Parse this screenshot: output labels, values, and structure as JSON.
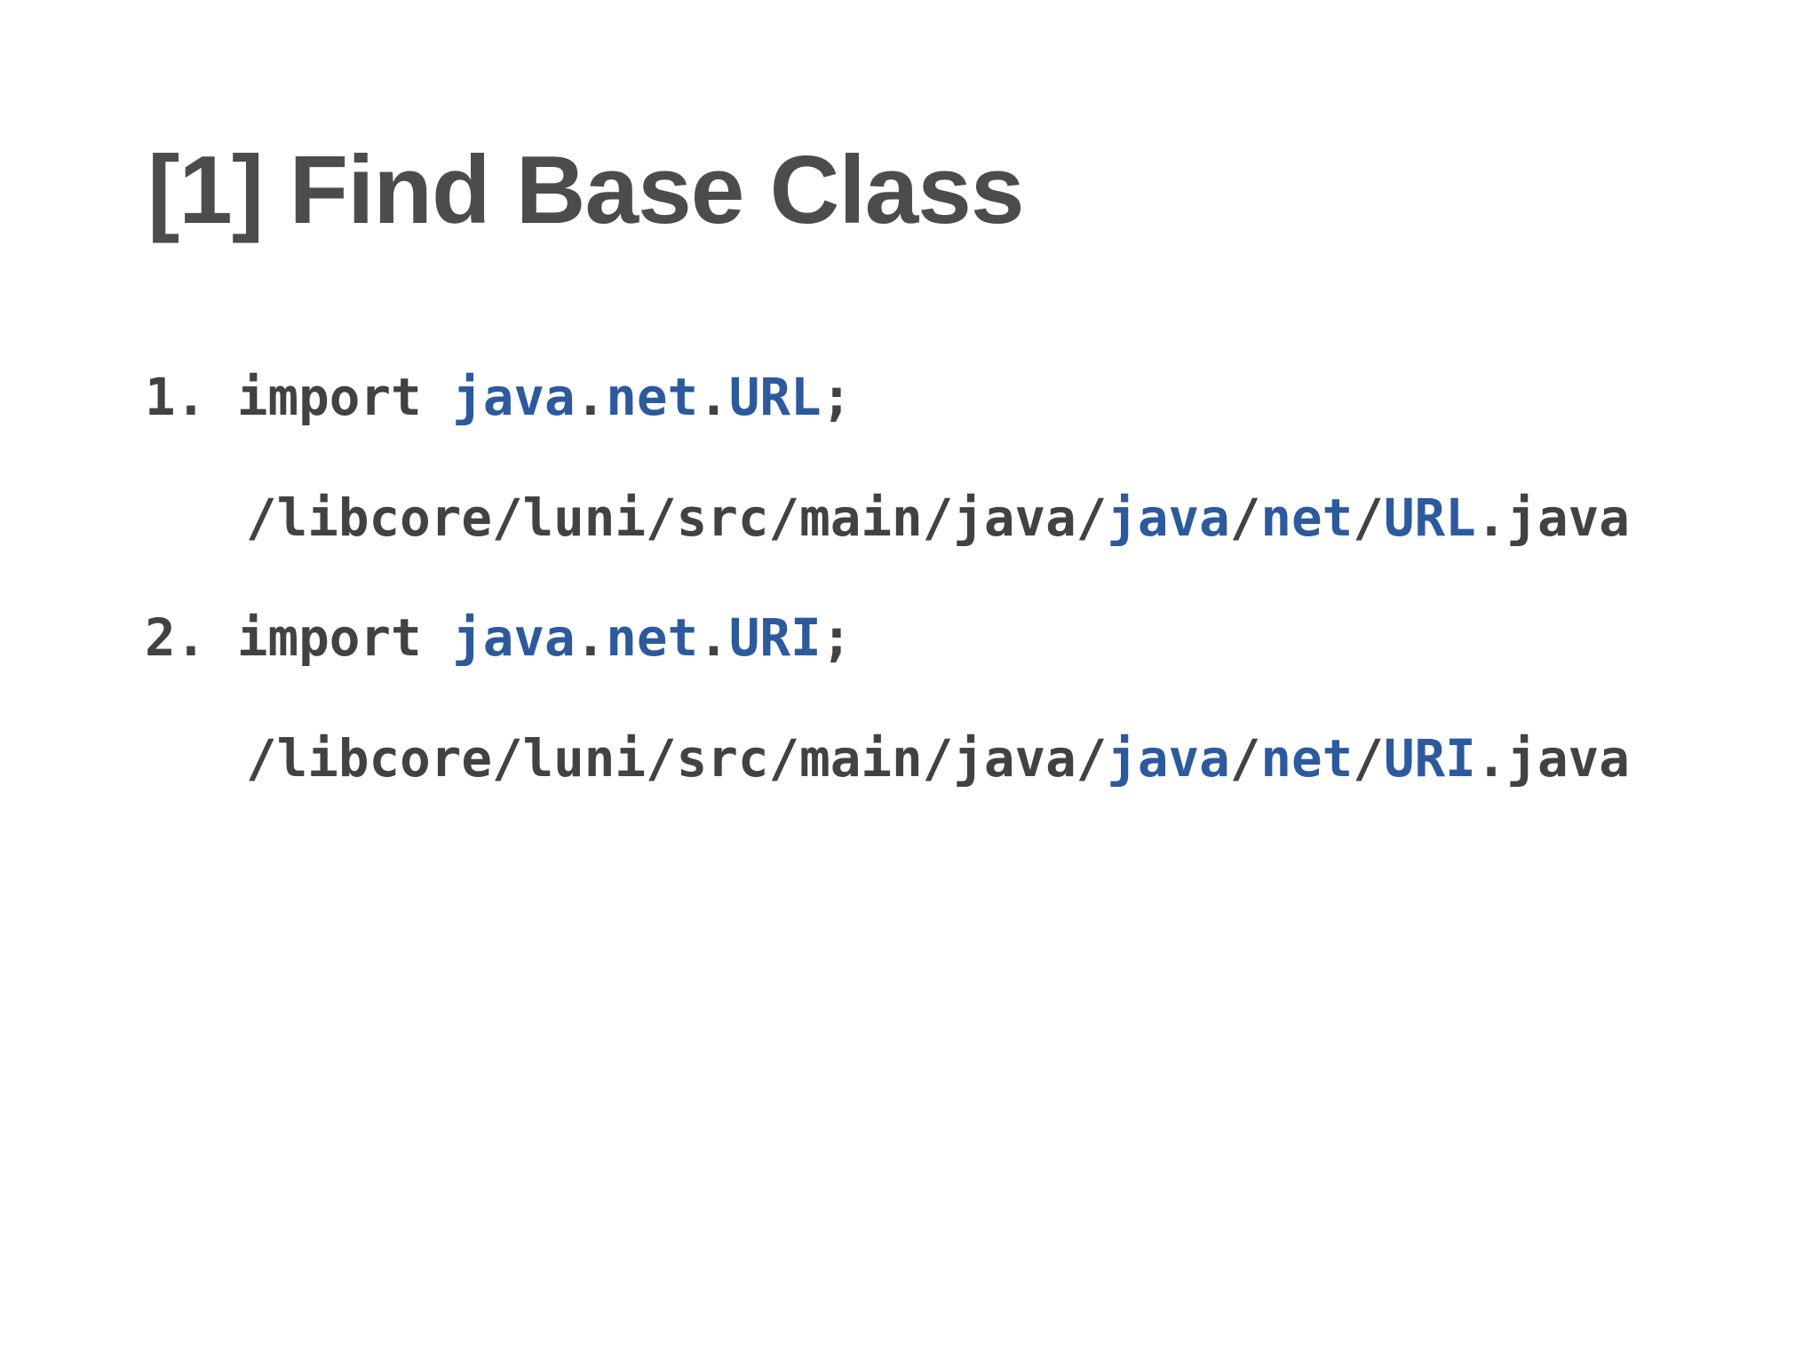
{
  "colors": {
    "background": "#ffffff",
    "title_text": "#4c4c4c",
    "code_text": "#424242",
    "keyword_blue": "#2d5a9d"
  },
  "slide": {
    "title": "[1] Find Base Class",
    "code_lines": [
      {
        "name": "import-url",
        "segments": [
          {
            "text": "1. import ",
            "color": "code_text"
          },
          {
            "text": "java",
            "color": "keyword_blue"
          },
          {
            "text": ".",
            "color": "code_text"
          },
          {
            "text": "net",
            "color": "keyword_blue"
          },
          {
            "text": ".",
            "color": "code_text"
          },
          {
            "text": "URL",
            "color": "keyword_blue"
          },
          {
            "text": ";",
            "color": "code_text"
          }
        ]
      },
      {
        "name": "path-url",
        "segments": [
          {
            "text": "/libcore/luni/src/main/java/",
            "color": "code_text"
          },
          {
            "text": "java",
            "color": "keyword_blue"
          },
          {
            "text": "/",
            "color": "code_text"
          },
          {
            "text": "net",
            "color": "keyword_blue"
          },
          {
            "text": "/",
            "color": "code_text"
          },
          {
            "text": "URL",
            "color": "keyword_blue"
          },
          {
            "text": ".java",
            "color": "code_text"
          }
        ]
      },
      {
        "name": "import-uri",
        "segments": [
          {
            "text": "2. import ",
            "color": "code_text"
          },
          {
            "text": "java",
            "color": "keyword_blue"
          },
          {
            "text": ".",
            "color": "code_text"
          },
          {
            "text": "net",
            "color": "keyword_blue"
          },
          {
            "text": ".",
            "color": "code_text"
          },
          {
            "text": "URI",
            "color": "keyword_blue"
          },
          {
            "text": ";",
            "color": "code_text"
          }
        ]
      },
      {
        "name": "path-uri",
        "segments": [
          {
            "text": "/libcore/luni/src/main/java/",
            "color": "code_text"
          },
          {
            "text": "java",
            "color": "keyword_blue"
          },
          {
            "text": "/",
            "color": "code_text"
          },
          {
            "text": "net",
            "color": "keyword_blue"
          },
          {
            "text": "/",
            "color": "code_text"
          },
          {
            "text": "URI",
            "color": "keyword_blue"
          },
          {
            "text": ".java",
            "color": "code_text"
          }
        ]
      }
    ]
  }
}
